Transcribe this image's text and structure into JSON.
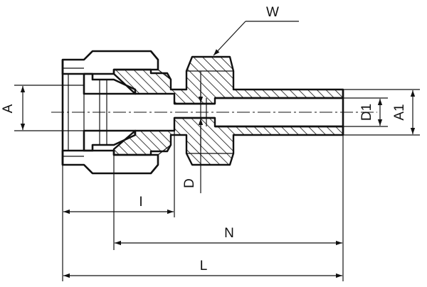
{
  "labels": {
    "W": "W",
    "A": "A",
    "D1": "D1",
    "A1": "A1",
    "D": "D",
    "I": "I",
    "N": "N",
    "L": "L"
  },
  "colors": {
    "line": "#111111",
    "background": "#ffffff"
  }
}
